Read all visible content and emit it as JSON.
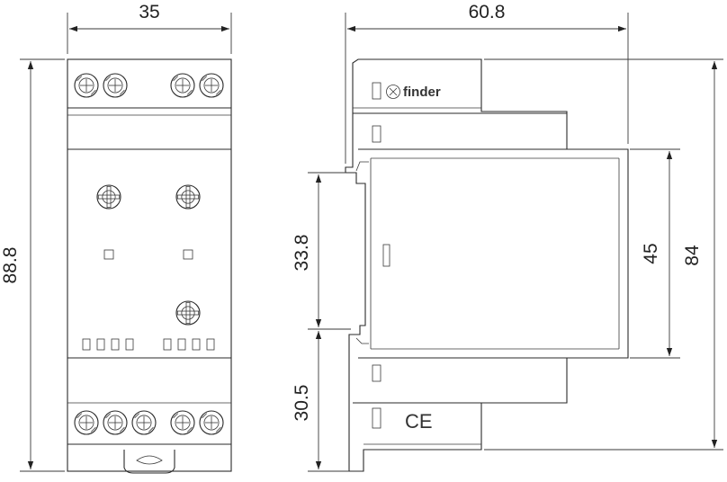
{
  "dimensions": {
    "front_width": "35",
    "front_height": "88.8",
    "side_depth": "60.8",
    "side_rail_upper": "33.8",
    "side_rail_lower": "30.5",
    "side_body_height": "45",
    "side_total_height": "84"
  },
  "marks": {
    "brand": "finder",
    "certification": "CE"
  },
  "colors": {
    "line": "#2a2a2a",
    "background": "#ffffff"
  },
  "icons": [
    "terminal-screw-icon",
    "potentiometer-icon",
    "led-indicator-icon",
    "din-clip-icon",
    "ce-mark-icon",
    "finder-logo-icon"
  ]
}
